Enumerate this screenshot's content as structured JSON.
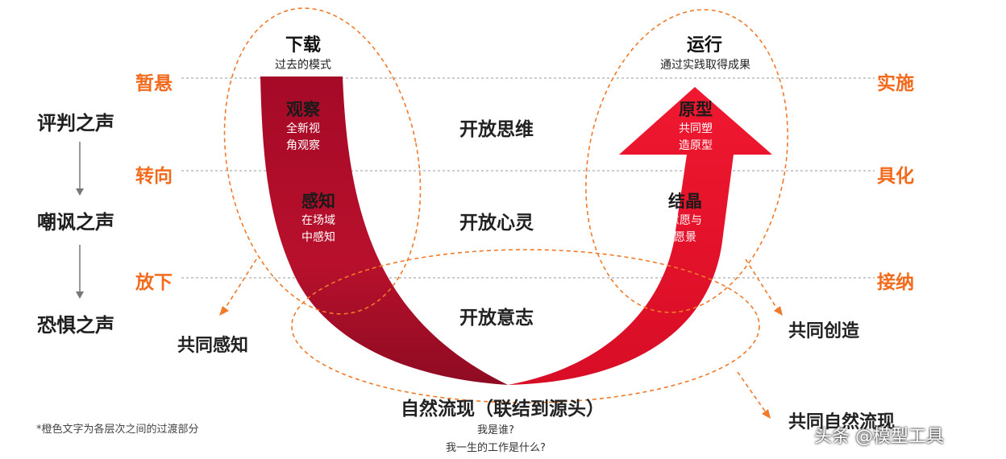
{
  "left_voices": [
    "评判之声",
    "嘲讽之声",
    "恐惧之声"
  ],
  "transitions_left": [
    "暂悬",
    "转向",
    "放下"
  ],
  "transitions_right": [
    "实施",
    "具化",
    "接纳"
  ],
  "center_levels": [
    "开放思维",
    "开放心灵",
    "开放意志"
  ],
  "top_left": {
    "title": "下载",
    "subtitle": "过去的模式"
  },
  "top_right": {
    "title": "运行",
    "subtitle": "通过实践取得成果"
  },
  "stages_left": [
    {
      "title": "观察",
      "desc_1": "全新视",
      "desc_2": "角观察"
    },
    {
      "title": "感知",
      "desc_1": "在场域",
      "desc_2": "中感知"
    }
  ],
  "stages_right": [
    {
      "title": "原型",
      "desc_1": "共同塑",
      "desc_2": "造原型"
    },
    {
      "title": "结晶",
      "desc_1": "意愿与",
      "desc_2": "愿景"
    }
  ],
  "bottom": {
    "title": "自然流现（联结到源头）",
    "line_1": "我是谁?",
    "line_2": "我一生的工作是什么?"
  },
  "groups": {
    "co_sensing": "共同感知",
    "co_creating": "共同创造",
    "co_presencing": "共同自然流现"
  },
  "footnote": "*橙色文字为各层次之间的过渡部分",
  "watermark": "头条 @模型工具",
  "colors": {
    "orange": "#f26b1d",
    "dark_red": "#a8102a",
    "bright_red": "#e8132b"
  }
}
